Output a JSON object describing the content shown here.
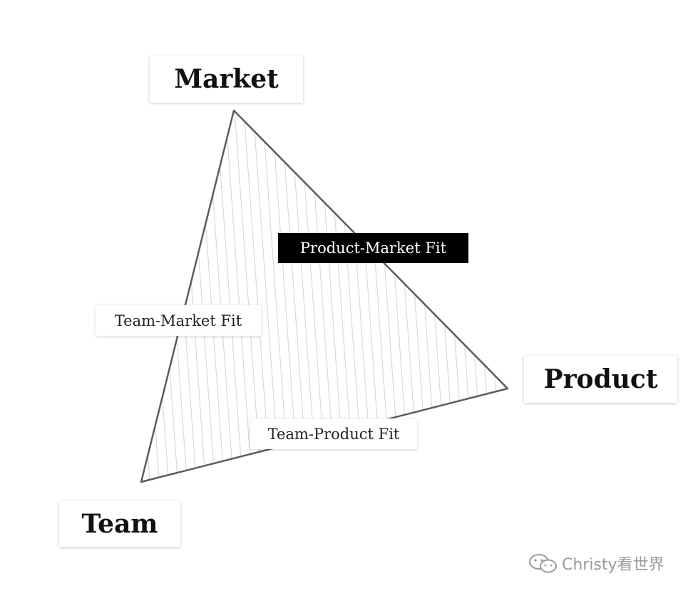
{
  "vertices": {
    "market": "Market",
    "product": "Product",
    "team": "Team"
  },
  "edges": {
    "product_market": "Product-Market Fit",
    "team_market": "Team-Market Fit",
    "team_product": "Team-Product Fit"
  },
  "watermark": {
    "text": "Christy看世界",
    "icon": "wechat-icon"
  },
  "colors": {
    "edge": "#5c5c5c",
    "hatch": "#d9d9d9",
    "highlight_bg": "#000000",
    "highlight_text": "#ffffff"
  }
}
